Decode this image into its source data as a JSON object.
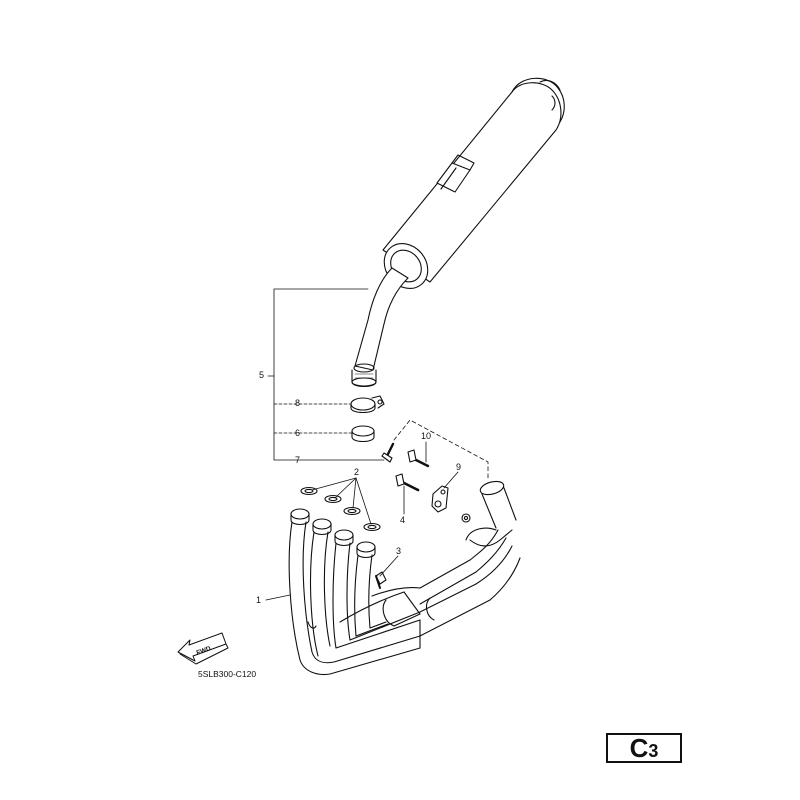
{
  "diagram": {
    "callouts": [
      "1",
      "2",
      "3",
      "4",
      "5",
      "6",
      "7",
      "8",
      "9",
      "10"
    ],
    "fwd_label": "FWD",
    "drawing_code": "5SLB300-C120",
    "section": {
      "letter": "C",
      "number": "3"
    }
  }
}
